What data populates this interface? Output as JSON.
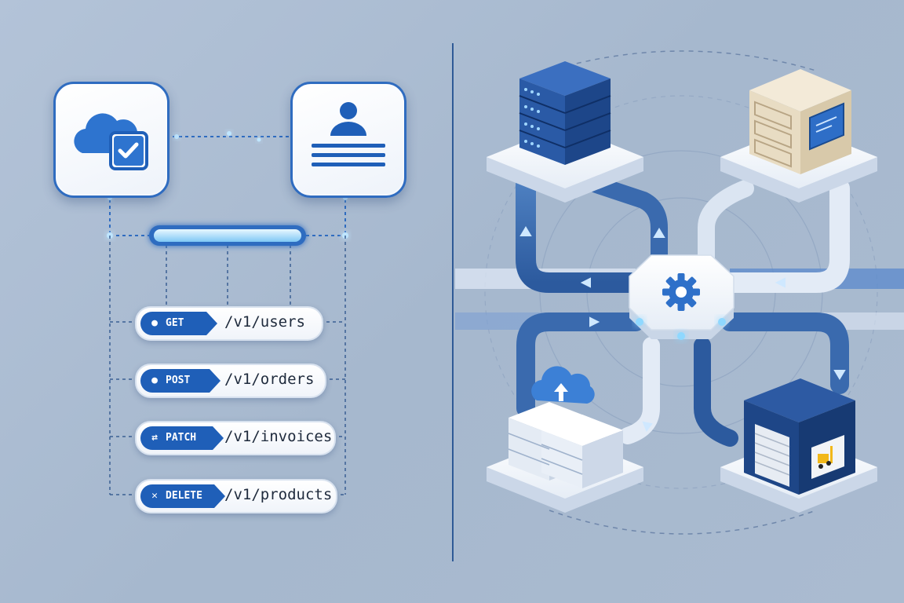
{
  "endpoints": [
    {
      "method": "GET",
      "glyph": "●",
      "path": "/v1/users"
    },
    {
      "method": "POST",
      "glyph": "●",
      "path": "/v1/orders"
    },
    {
      "method": "PATCH",
      "glyph": "⇄",
      "path": "/v1/invoices"
    },
    {
      "method": "DELETE",
      "glyph": "✕",
      "path": "/v1/products"
    }
  ],
  "icons": {
    "left_top_left": "cloud-check-icon",
    "left_top_right": "user-profile-icon",
    "hub": "gear-icon",
    "top_left_node": "server-rack-icon",
    "top_right_node": "storage-cabinet-icon",
    "bottom_left_node": "cloud-upload-server-icon",
    "bottom_right_node": "warehouse-forklift-icon"
  },
  "colors": {
    "primary": "#1f5fb8",
    "accent_glow": "#7fd0ff",
    "background": "#aebfd4"
  }
}
